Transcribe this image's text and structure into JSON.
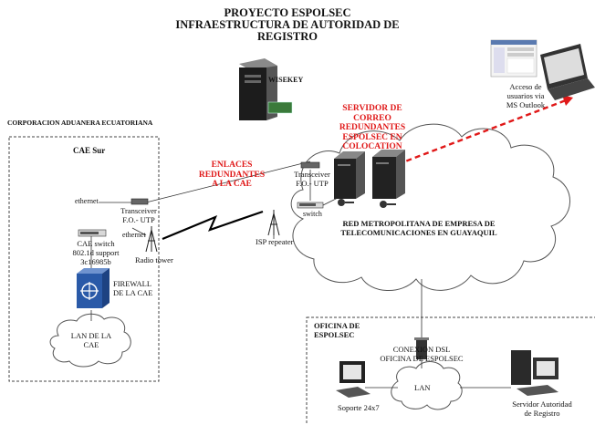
{
  "title": {
    "line1": "PROYECTO ESPOLSEC",
    "line2": "INFRAESTRUCTURA DE AUTORIDAD DE",
    "line3": "REGISTRO"
  },
  "wisekey": "WISEKEY",
  "org": "CORPORACION ADUANERA ECUATORIANA",
  "cae_sur": "CAE Sur",
  "enlaces": {
    "l1": "ENLACES",
    "l2": "REDUNDANTES",
    "l3": "A LA CAE"
  },
  "servidor": {
    "l1": "SERVIDOR DE",
    "l2": "CORREO",
    "l3": "REDUNDANTES",
    "l4": "ESPOLSEC EN",
    "l5": "COLOCATION"
  },
  "acceso": {
    "l1": "Acceso de",
    "l2": "usuarios via",
    "l3": "MS Outlook"
  },
  "ethernet_top": "ethernet",
  "transceiver_left": {
    "l1": "Transceiver",
    "l2": "F.O.- UTP"
  },
  "ethernet_low": "ethernet",
  "cae_switch": {
    "l1": "CAE switch",
    "l2": "802.1d support",
    "l3": "3c16985b"
  },
  "radio_tower": "Radio tower",
  "firewall": {
    "l1": "FIREWALL",
    "l2": "DE LA CAE"
  },
  "lan_cae": {
    "l1": "LAN DE LA",
    "l2": "CAE"
  },
  "transceiver_right": {
    "l1": "Transceiver",
    "l2": "F.O.- UTP"
  },
  "switch": "switch",
  "isp": "ISP repeater",
  "red_metro": {
    "l1": "RED METROPOLITANA DE EMPRESA DE",
    "l2": "TELECOMUNICACIONES EN GUAYAQUIL"
  },
  "oficina": {
    "l1": "OFICINA DE",
    "l2": "ESPOLSEC"
  },
  "dsl": {
    "l1": "CONEXION DSL",
    "l2": "OFICINA DE ESPOLSEC"
  },
  "lan": "LAN",
  "soporte": "Soporte 24x7",
  "servidor_autoridad": {
    "l1": "Servidor Autoridad",
    "l2": "de Registro"
  },
  "colors": {
    "accent_red": "#e01818",
    "firewall_blue": "#2a5aa8"
  }
}
